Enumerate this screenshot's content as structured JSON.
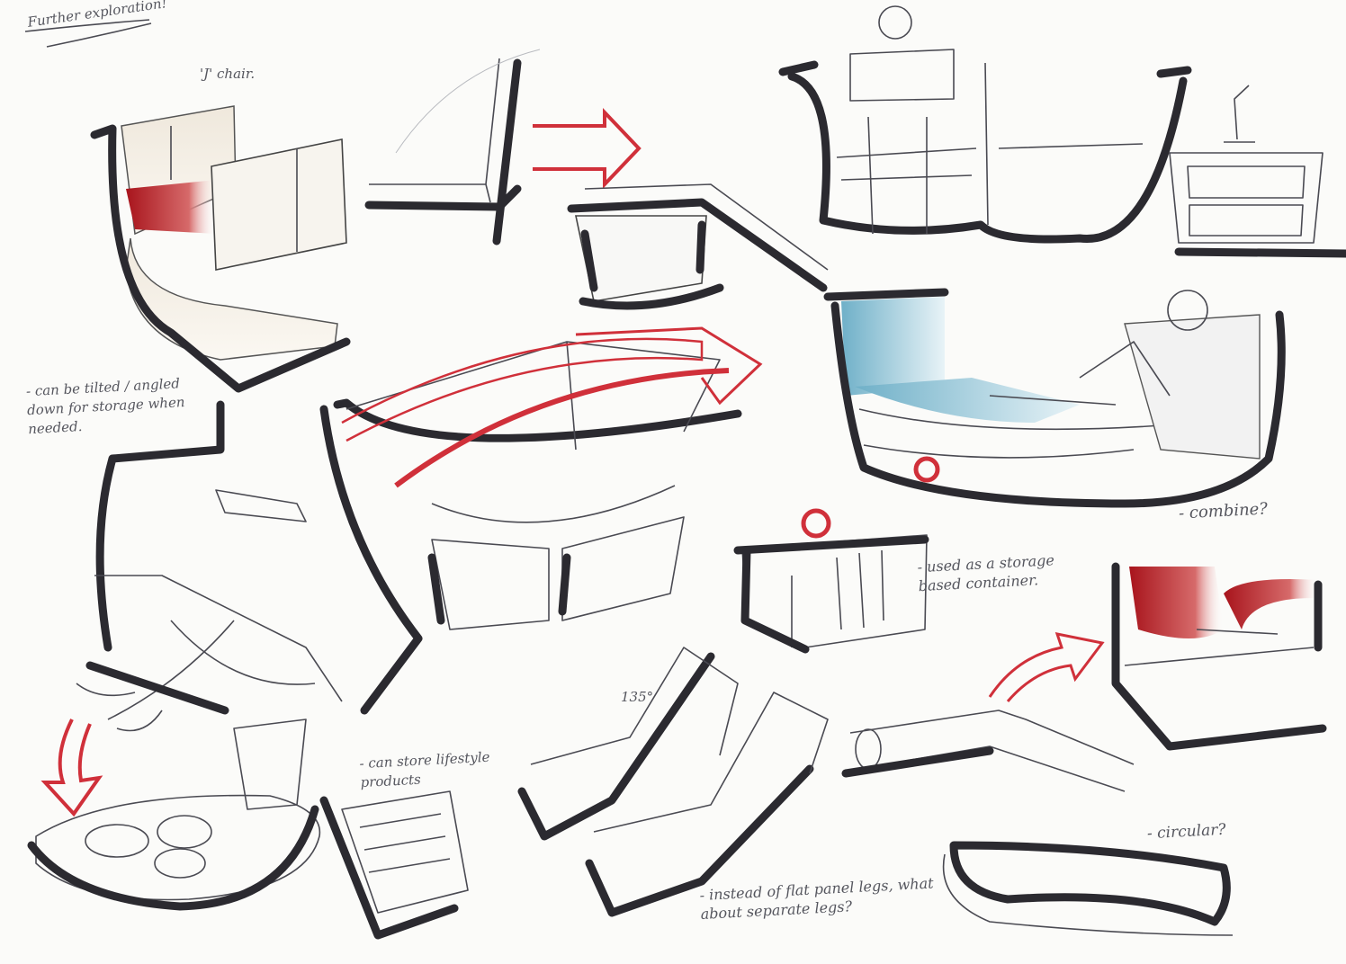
{
  "sheet": {
    "title": "Further exploration!",
    "notes": {
      "j_chair": "'J' chair.",
      "tilted": "- can be tilted / angled down for storage when needed.",
      "combine": "- combine?",
      "storage_container": "- used as a storage based container.",
      "lifestyle": "- can store lifestyle products",
      "angle": "135°",
      "legs": "- instead of flat panel legs, what about separate legs?",
      "circular": "- circular?"
    }
  },
  "colors": {
    "marker_black": "#2b2a30",
    "accent_red": "#c0282a",
    "accent_blue": "#7fb8cc",
    "paper": "#fbfbf9"
  }
}
